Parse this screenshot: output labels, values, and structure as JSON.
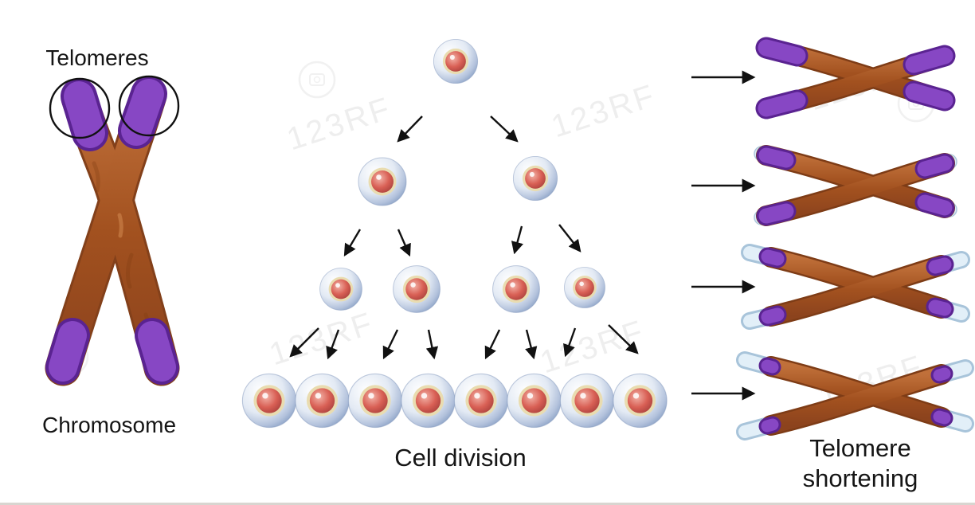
{
  "labels": {
    "telomeres": "Telomeres",
    "chromosome": "Chromosome",
    "cell_division": "Cell division",
    "telomere_line1": "Telomere",
    "telomere_line2": "shortening"
  },
  "watermark": {
    "text": "123RF"
  },
  "colors": {
    "background": "#ffffff",
    "chromosome_body": "#a2511f",
    "telomere_purple": "#7334ae",
    "telomere_cap_blue": "#d9e9f4",
    "cell_membrane_blue": "#9fb3d2",
    "nucleus_red": "#cf5a52",
    "nucleus_ring_cream": "#e9dcb0",
    "arrow_black": "#111111",
    "label_text": "#151515"
  },
  "diagram": {
    "cell_division_generations": [
      1,
      2,
      4,
      8
    ],
    "total_cells": 15,
    "telomere_stages": [
      {
        "stage": 1,
        "telomere_length": "long"
      },
      {
        "stage": 2,
        "telomere_length": "medium"
      },
      {
        "stage": 3,
        "telomere_length": "short"
      },
      {
        "stage": 4,
        "telomere_length": "very short"
      }
    ]
  }
}
